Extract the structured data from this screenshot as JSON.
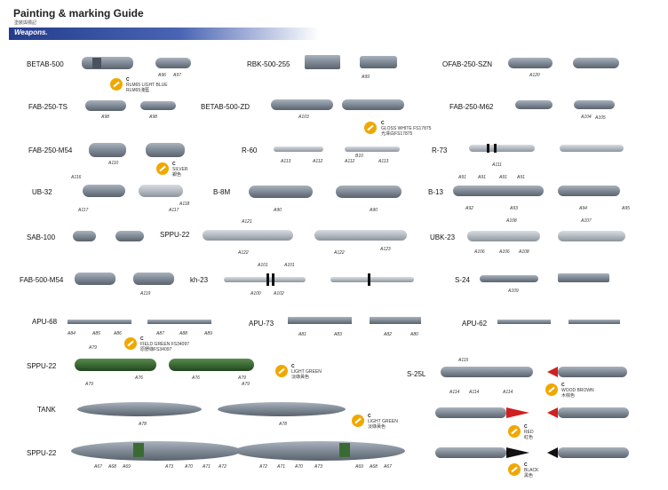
{
  "header": {
    "title": "Painting & marking Guide",
    "subtitle": "塗裝與標記",
    "banner": "Weapons."
  },
  "colors": {
    "bomb_grey": "#7f8a96",
    "field_green": "#3b6b35",
    "light_green": "#9fb384",
    "wood_brown": "#9a6a3a",
    "red": "#d02020",
    "black": "#111111",
    "silver": "#c7cbcf",
    "accent": "#f0a800"
  },
  "weapons": {
    "betab500": "BETAB-500",
    "rbk500": "RBK-500-255",
    "ofab250": "OFAB-250-SZN",
    "fab250ts": "FAB-250-TS",
    "betab500zd": "BETAB-500-ZD",
    "fab250m62": "FAB-250-M62",
    "fab250m54": "FAB-250-M54",
    "r60": "R-60",
    "r73": "R-73",
    "ub32": "UB-32",
    "b8m": "B-8M",
    "b13": "B-13",
    "sab100": "SAB-100",
    "sppu22a": "SPPU-22",
    "ubk23": "UBK-23",
    "fab500m54": "FAB-500-M54",
    "kh23": "kh-23",
    "s24": "S-24",
    "apu68": "APU-68",
    "apu73": "APU-73",
    "apu62": "APU-62",
    "sppu22b": "SPPU-22",
    "s25l": "S-25L",
    "tank": "TANK",
    "sppu22c": "SPPU-22"
  },
  "codes": {
    "a96": "A96",
    "a97": "A97",
    "a99": "A99",
    "a120": "A120",
    "a98a": "A98",
    "a98b": "A98",
    "a103": "A103",
    "a104": "A104",
    "a105": "A105",
    "a110": "A110",
    "a113a": "A113",
    "a112a": "A112",
    "a112b": "A112",
    "a113b": "A113",
    "b10": "B10",
    "a111": "A111",
    "a116": "A116",
    "a117a": "A117",
    "a117b": "A117",
    "a118": "A118",
    "a90a": "A90",
    "a90b": "A90",
    "a91a": "A91",
    "a91b": "A91",
    "a91c": "A91",
    "a91d": "A91",
    "a92": "A92",
    "a93": "A93",
    "a94": "A94",
    "a95": "A95",
    "a121": "A121",
    "a122a": "A122",
    "a122b": "A122",
    "a123": "A123",
    "a108": "A108",
    "a107": "A107",
    "a106a": "A106",
    "a106b": "A106",
    "a108b": "A108",
    "a101a": "A101",
    "a101b": "A101",
    "a100": "A100",
    "a102": "A102",
    "a119": "A119",
    "a109": "A109",
    "a84": "A84",
    "a85": "A85",
    "a86": "A86",
    "a87": "A87",
    "a88": "A88",
    "a89": "A89",
    "a81": "A81",
    "a83": "A83",
    "a82": "A82",
    "a80": "A80",
    "a79a": "A79",
    "a79b": "A79",
    "a76a": "A76",
    "a76b": "A76",
    "a79c": "A79",
    "a79d": "A79",
    "a115": "A115",
    "a114a": "A114",
    "a114b": "A114",
    "a114c": "A114",
    "a78a": "A78",
    "a78b": "A78",
    "a67": "A67",
    "a68": "A68",
    "a69": "A69",
    "a73": "A73",
    "a70": "A70",
    "a71": "A71",
    "a72": "A72",
    "a72b": "A72",
    "a71b": "A71",
    "a70b": "A70",
    "a73b": "A73",
    "a69b": "A69",
    "a68b": "A68",
    "a67b": "A67"
  },
  "paints": {
    "ctag": "C",
    "lightblue": "RLM65 LIGHT BLUE",
    "lightblue_cn": "RLM65淺藍",
    "white": "GLOSS WHITE FS17875",
    "white_cn": "光澤白FS17875",
    "silver": "SILVER",
    "silver_cn": "銀色",
    "fieldgreen": "FIELD GREEN FS34097",
    "fieldgreen_cn": "原野綠FS34097",
    "lightgreen1": "LIGHT GREEN",
    "lightgreen1_cn": "淡綠黃色",
    "lightgreen2": "LIGHT GREEN",
    "lightgreen2_cn": "淡綠黃色",
    "woodbrown": "WOOD BROWN",
    "woodbrown_cn": "木棕色",
    "red": "RED",
    "red_cn": "紅色",
    "black": "BLACK",
    "black_cn": "黑色"
  }
}
